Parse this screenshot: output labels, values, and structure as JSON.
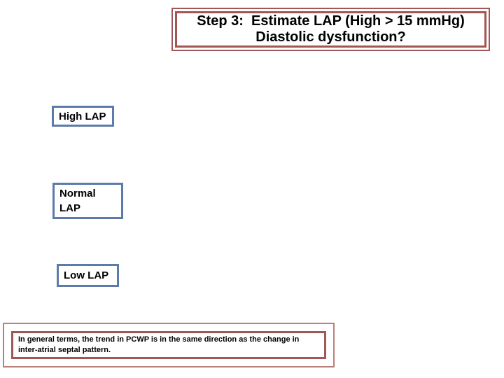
{
  "slide": {
    "background_color": "#ffffff",
    "text_color": "#000000",
    "title_box": {
      "border_color": "#a25755",
      "lines": [
        "Step 3:  Estimate LAP (High > 15 mmHg)",
        "Diastolic dysfunction?"
      ]
    },
    "lap_boxes": {
      "border_color": "#5b7ba8",
      "high": {
        "label": "High LAP"
      },
      "normal": {
        "label": "Normal LAP"
      },
      "low": {
        "label": "Low LAP"
      }
    },
    "footnote_box": {
      "border_color": "#a25755",
      "lines": [
        "In general terms, the trend in PCWP is in the same direction as the change in",
        "inter-atrial septal pattern."
      ]
    }
  }
}
